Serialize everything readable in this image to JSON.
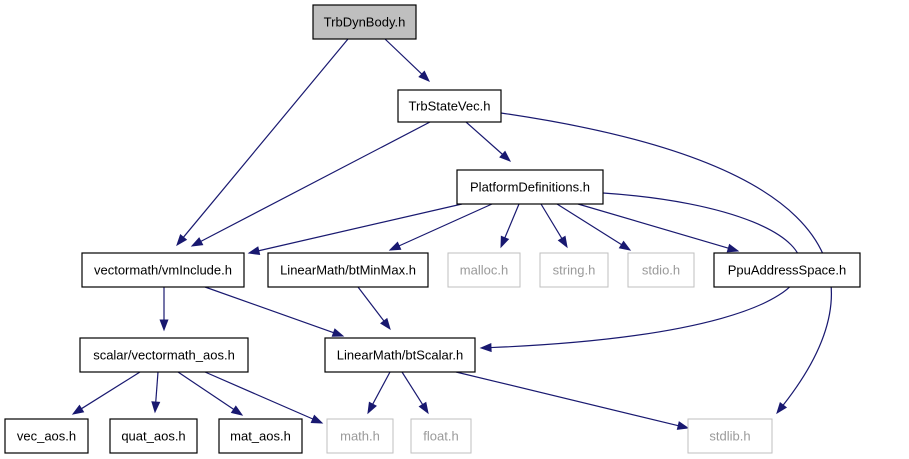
{
  "graph": {
    "colors": {
      "edge": "#191970",
      "root_fill": "#bfbfbf",
      "node_fill": "#ffffff",
      "node_border": "#000000",
      "missing_border": "#bfbfbf",
      "missing_text": "#9a9a9a"
    },
    "nodes": [
      {
        "id": "trbdynbody",
        "label": "TrbDynBody.h",
        "kind": "root"
      },
      {
        "id": "trbstatevec",
        "label": "TrbStateVec.h",
        "kind": "file"
      },
      {
        "id": "platformdefinitions",
        "label": "PlatformDefinitions.h",
        "kind": "file"
      },
      {
        "id": "vmInclude",
        "label": "vectormath/vmInclude.h",
        "kind": "file"
      },
      {
        "id": "btminmax",
        "label": "LinearMath/btMinMax.h",
        "kind": "file"
      },
      {
        "id": "malloc",
        "label": "malloc.h",
        "kind": "missing"
      },
      {
        "id": "string",
        "label": "string.h",
        "kind": "missing"
      },
      {
        "id": "stdio",
        "label": "stdio.h",
        "kind": "missing"
      },
      {
        "id": "ppuaddressspace",
        "label": "PpuAddressSpace.h",
        "kind": "file"
      },
      {
        "id": "vectormath_aos",
        "label": "scalar/vectormath_aos.h",
        "kind": "file"
      },
      {
        "id": "btscalar",
        "label": "LinearMath/btScalar.h",
        "kind": "file"
      },
      {
        "id": "vec_aos",
        "label": "vec_aos.h",
        "kind": "file"
      },
      {
        "id": "quat_aos",
        "label": "quat_aos.h",
        "kind": "file"
      },
      {
        "id": "mat_aos",
        "label": "mat_aos.h",
        "kind": "file"
      },
      {
        "id": "math",
        "label": "math.h",
        "kind": "missing"
      },
      {
        "id": "float",
        "label": "float.h",
        "kind": "missing"
      },
      {
        "id": "stdlib",
        "label": "stdlib.h",
        "kind": "missing"
      }
    ],
    "edges": [
      {
        "from": "trbdynbody",
        "to": "trbstatevec"
      },
      {
        "from": "trbdynbody",
        "to": "vmInclude"
      },
      {
        "from": "trbstatevec",
        "to": "platformdefinitions"
      },
      {
        "from": "trbstatevec",
        "to": "vmInclude"
      },
      {
        "from": "trbstatevec",
        "to": "stdlib"
      },
      {
        "from": "platformdefinitions",
        "to": "vmInclude"
      },
      {
        "from": "platformdefinitions",
        "to": "btminmax"
      },
      {
        "from": "platformdefinitions",
        "to": "malloc"
      },
      {
        "from": "platformdefinitions",
        "to": "string"
      },
      {
        "from": "platformdefinitions",
        "to": "stdio"
      },
      {
        "from": "platformdefinitions",
        "to": "ppuaddressspace"
      },
      {
        "from": "platformdefinitions",
        "to": "btscalar"
      },
      {
        "from": "vmInclude",
        "to": "vectormath_aos"
      },
      {
        "from": "vmInclude",
        "to": "btscalar"
      },
      {
        "from": "btminmax",
        "to": "btscalar"
      },
      {
        "from": "vectormath_aos",
        "to": "vec_aos"
      },
      {
        "from": "vectormath_aos",
        "to": "quat_aos"
      },
      {
        "from": "vectormath_aos",
        "to": "mat_aos"
      },
      {
        "from": "vectormath_aos",
        "to": "math"
      },
      {
        "from": "btscalar",
        "to": "math"
      },
      {
        "from": "btscalar",
        "to": "float"
      },
      {
        "from": "btscalar",
        "to": "stdlib"
      }
    ]
  }
}
